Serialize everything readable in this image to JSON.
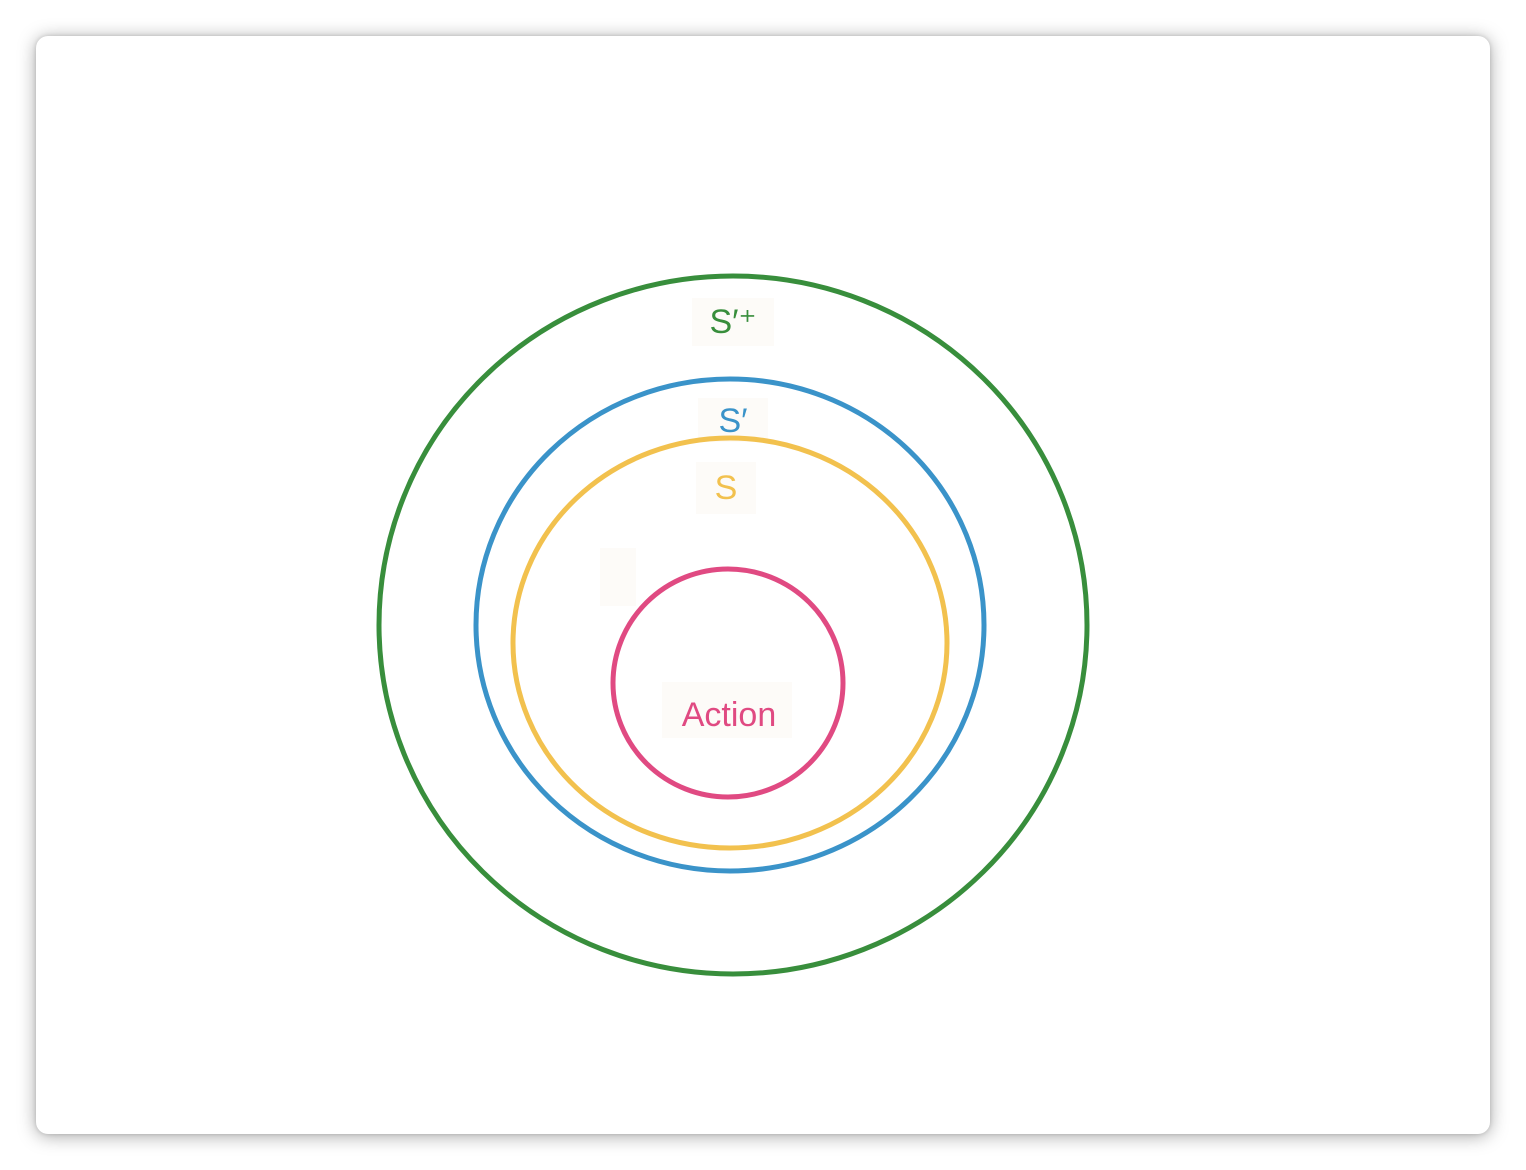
{
  "diagram": {
    "sets": [
      {
        "id": "s-prime-plus",
        "label": "S′⁺",
        "color": "#388e3c"
      },
      {
        "id": "s-prime",
        "label": "S′",
        "color": "#3a93c9"
      },
      {
        "id": "s",
        "label": "S",
        "color": "#f2c14e"
      },
      {
        "id": "action",
        "label": "Action",
        "color": "#e04a82"
      }
    ],
    "background_color": "#ffffff"
  }
}
